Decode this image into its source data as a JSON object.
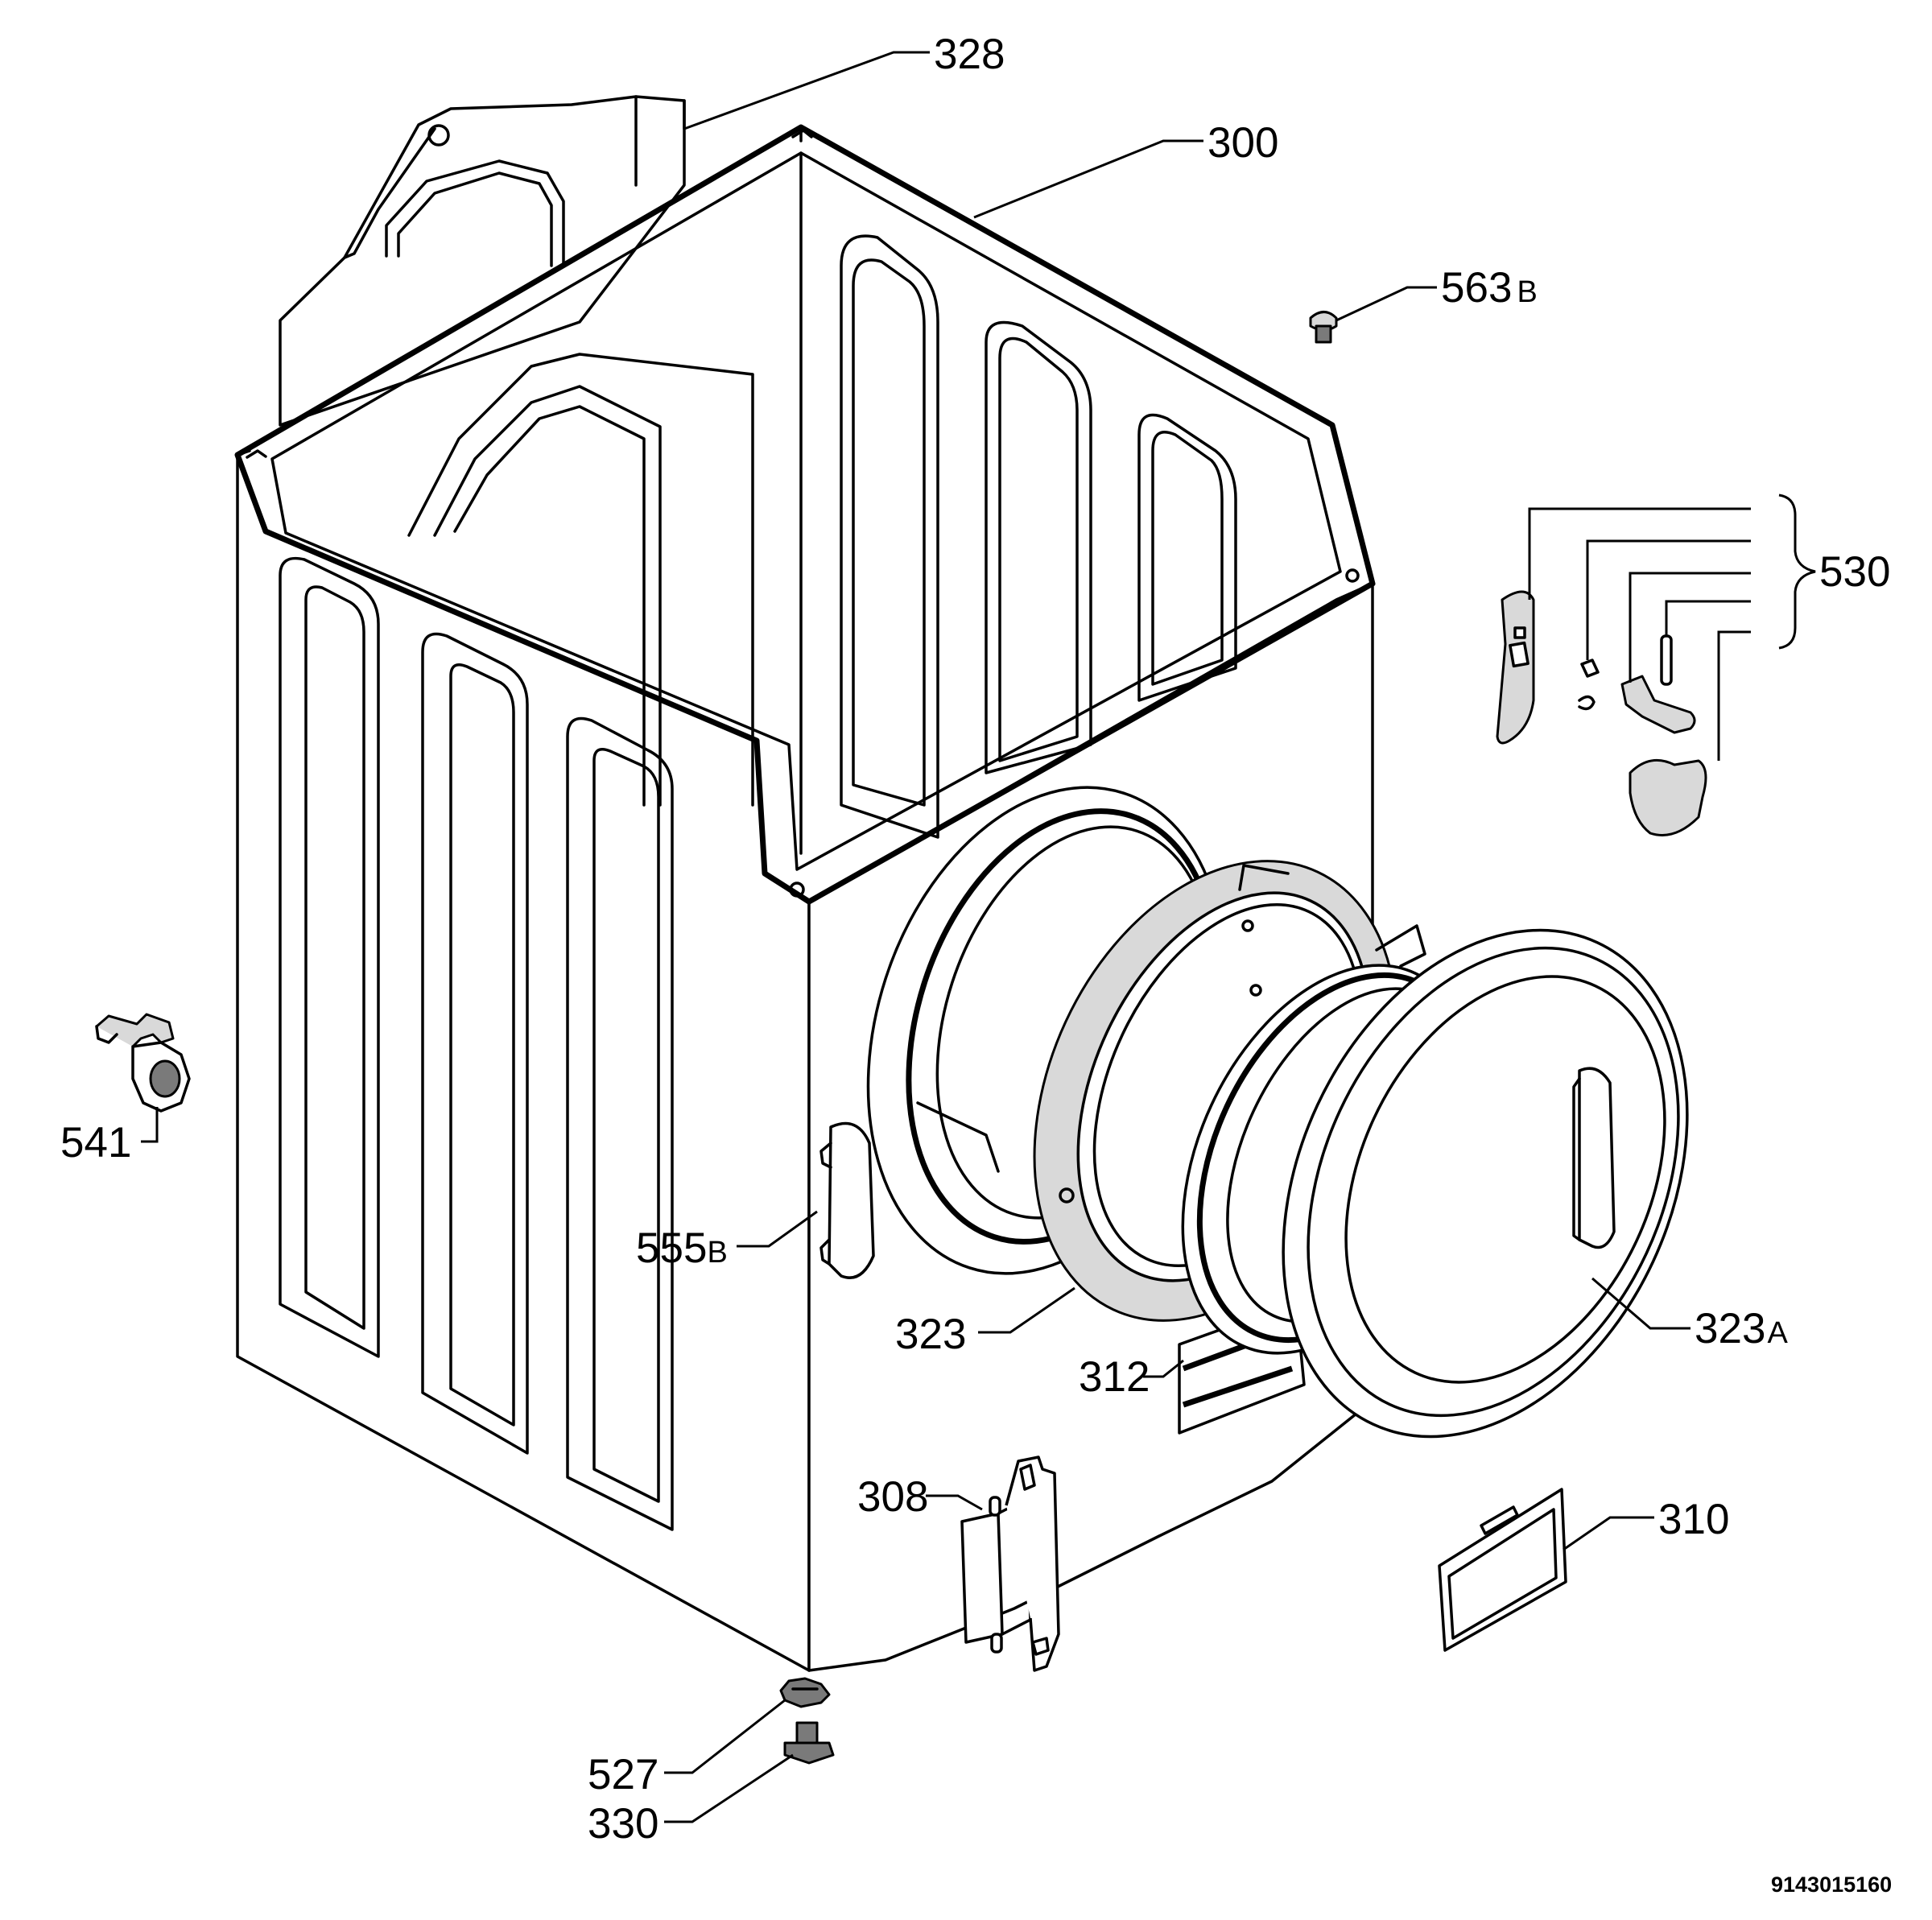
{
  "labels": {
    "l328": "328",
    "l300": "300",
    "l563b_num": "563",
    "l563b_suf": "B",
    "l530": "530",
    "l541": "541",
    "l555b_num": "555",
    "l555b_suf": "B",
    "l323": "323",
    "l312": "312",
    "l323a_num": "323",
    "l323a_suf": "A",
    "l308": "308",
    "l310": "310",
    "l527": "527",
    "l330": "330"
  },
  "drawing_code": "9143015160"
}
